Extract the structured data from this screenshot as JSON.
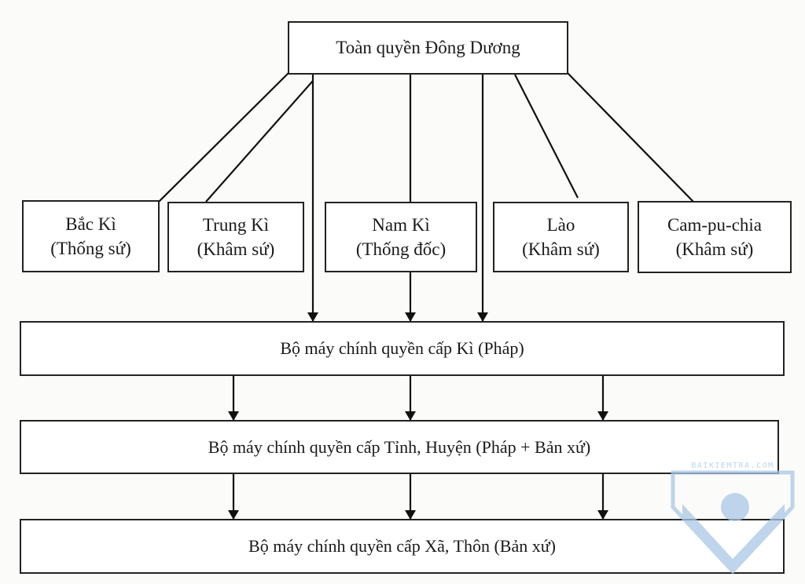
{
  "top": {
    "label": "Toàn quyền Đông Dương"
  },
  "regions": [
    {
      "name": "Bắc Kì",
      "role": "(Thống sứ)"
    },
    {
      "name": "Trung Kì",
      "role": "(Khâm sứ)"
    },
    {
      "name": "Nam Kì",
      "role": "(Thống đốc)"
    },
    {
      "name": "Lào",
      "role": "(Khâm sứ)"
    },
    {
      "name": "Cam-pu-chia",
      "role": "(Khâm sứ)"
    }
  ],
  "levels": [
    {
      "label": "Bộ máy chính quyền cấp Kì (Pháp)"
    },
    {
      "label": "Bộ máy chính quyền cấp Tỉnh, Huyện (Pháp + Bản xứ)"
    },
    {
      "label": "Bộ máy chính quyền cấp Xã, Thôn (Bản xứ)"
    }
  ],
  "watermark": {
    "text": "BAIKIEMTRA.COM",
    "color": "#a9c8e6"
  }
}
